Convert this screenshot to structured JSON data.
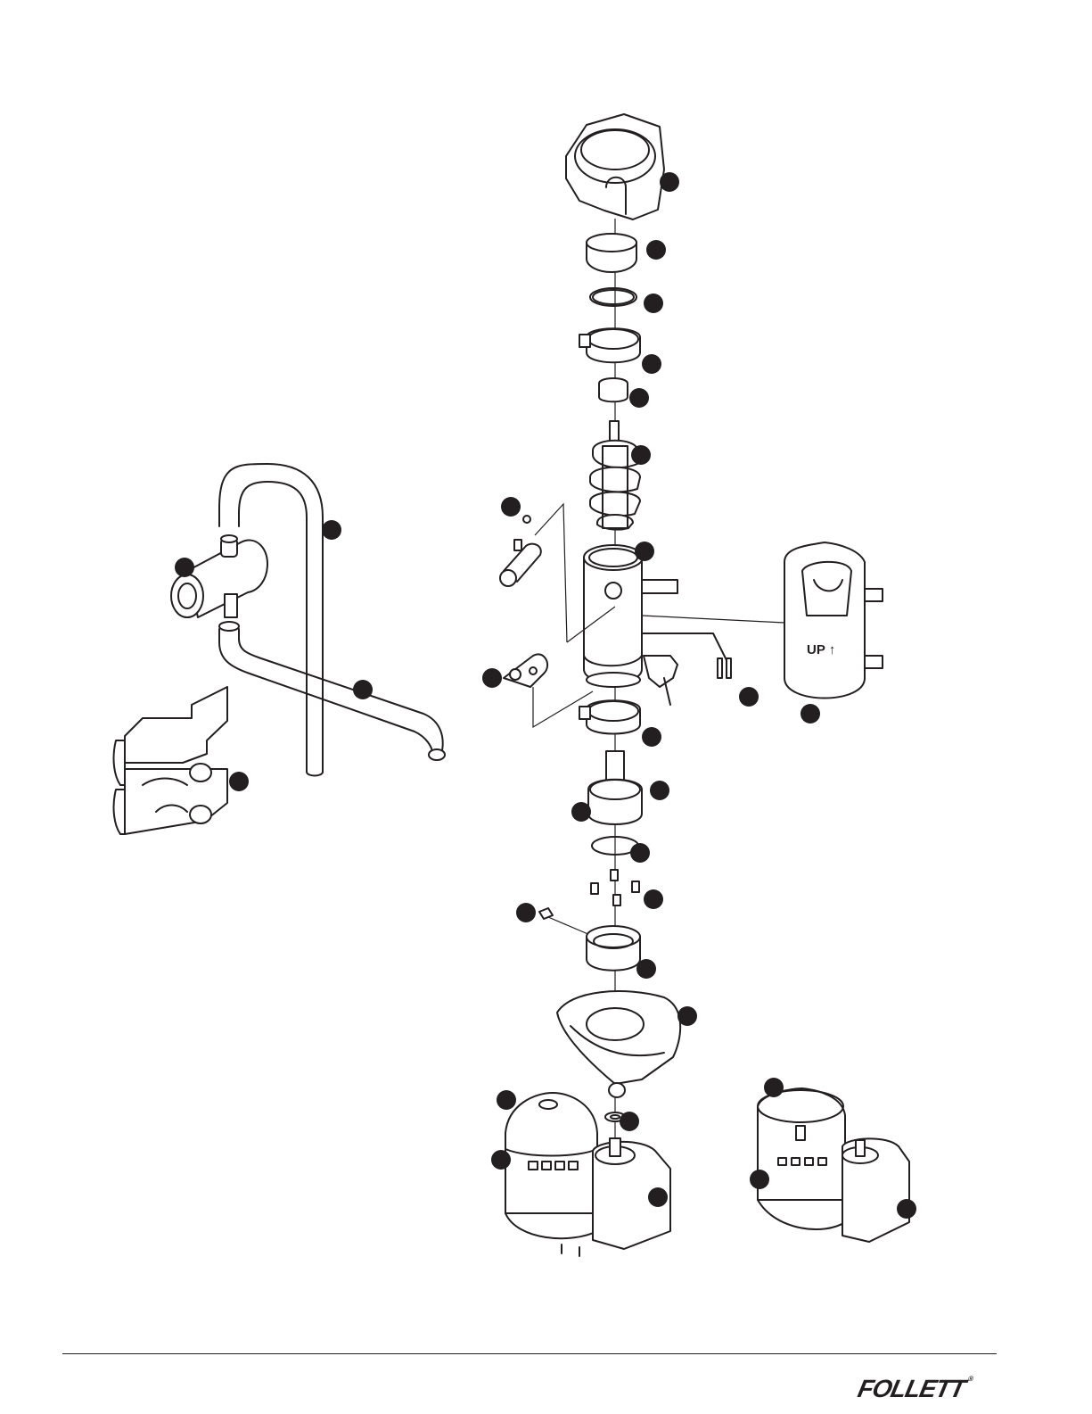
{
  "brand": {
    "logo_text": "FOLLETT",
    "registered_mark": "®"
  },
  "housing_label": {
    "text": "UP ↑"
  },
  "colors": {
    "line": "#231f20",
    "background": "#ffffff",
    "callout": "#231f20"
  },
  "callouts_count": 30
}
